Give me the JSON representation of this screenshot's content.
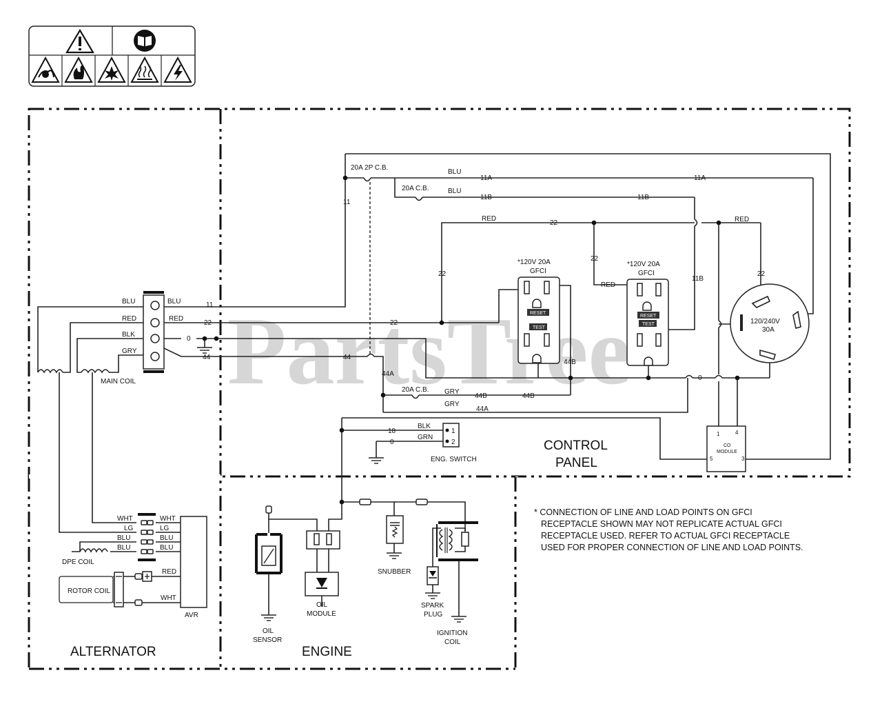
{
  "watermark": "PartsTree",
  "sections": {
    "alternator": "ALTERNATOR",
    "engine": "ENGINE",
    "control_panel_1": "CONTROL",
    "control_panel_2": "PANEL"
  },
  "components": {
    "main_coil": "MAIN COIL",
    "dpe_coil": "DPE COIL",
    "rotor_coil": "ROTOR COIL",
    "avr": "AVR",
    "oil_sensor_1": "OIL",
    "oil_sensor_2": "SENSOR",
    "oil_module_1": "OIL",
    "oil_module_2": "MODULE",
    "snubber": "SNUBBER",
    "spark_plug_1": "SPARK",
    "spark_plug_2": "PLUG",
    "ignition_coil_1": "IGNITION",
    "ignition_coil_2": "COIL",
    "eng_switch": "ENG. SWITCH",
    "co_module_1": "CO",
    "co_module_2": "MODULE",
    "breaker_2p": "20A 2P C.B.",
    "breaker_a": "20A C.B.",
    "breaker_b": "20A C.B.",
    "gfci1_1": "*120V 20A",
    "gfci1_2": "GFCI",
    "gfci2_1": "*120V 20A",
    "gfci2_2": "GFCI",
    "reset": "RESET",
    "test": "TEST",
    "twistlock_1": "120/240V",
    "twistlock_2": "30A"
  },
  "wires": {
    "blu": "BLU",
    "red": "RED",
    "blk": "BLK",
    "gry": "GRY",
    "grn": "GRN",
    "wht": "WHT",
    "lg": "LG",
    "w11": "11",
    "w11a": "11A",
    "w11b": "11B",
    "w22": "22",
    "w0": "0",
    "w44": "44",
    "w44a": "44A",
    "w44b": "44B",
    "w18": "18"
  },
  "pins": {
    "p1": "1",
    "p2": "2",
    "p3": "3",
    "p4": "4",
    "p5": "5"
  },
  "note": [
    "* CONNECTION OF LINE AND LOAD POINTS ON GFCI",
    "RECEPTACLE SHOWN MAY NOT REPLICATE ACTUAL GFCI",
    "RECEPTACLE USED.  REFER TO ACTUAL GFCI RECEPTACLE",
    "USED FOR PROPER CONNECTION OF LINE AND LOAD POINTS."
  ]
}
